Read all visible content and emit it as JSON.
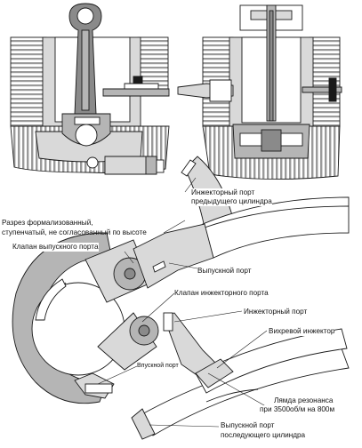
{
  "labels": {
    "prev_injector_port": "Инжекторный порт\nпредыдущего цилиндра",
    "cut_line1": "Разрез формализованный,",
    "cut_line2": "ступенчатый, не согласованный по высоте",
    "exhaust_valve": "Клапан выпускного порта",
    "exhaust_port": "Выпускной порт",
    "injector_valve": "Клапан инжекторного порта",
    "injector_port": "Инжекторный порт",
    "vortex_injector": "Вихревой инжектор",
    "intake_port": "Впускной порт",
    "lambda_line1": "Лямда резонанса",
    "lambda_line2": "при 3500об/м на 800м",
    "exhaust_next_line1": "Выпускной порт",
    "exhaust_next_line2": "последующего цилиндра"
  },
  "colors": {
    "outline": "#1a1a1a",
    "dark_fill": "#8a8a8a",
    "mid_fill": "#b5b5b5",
    "light_fill": "#d9d9d9",
    "paper": "#ffffff"
  }
}
